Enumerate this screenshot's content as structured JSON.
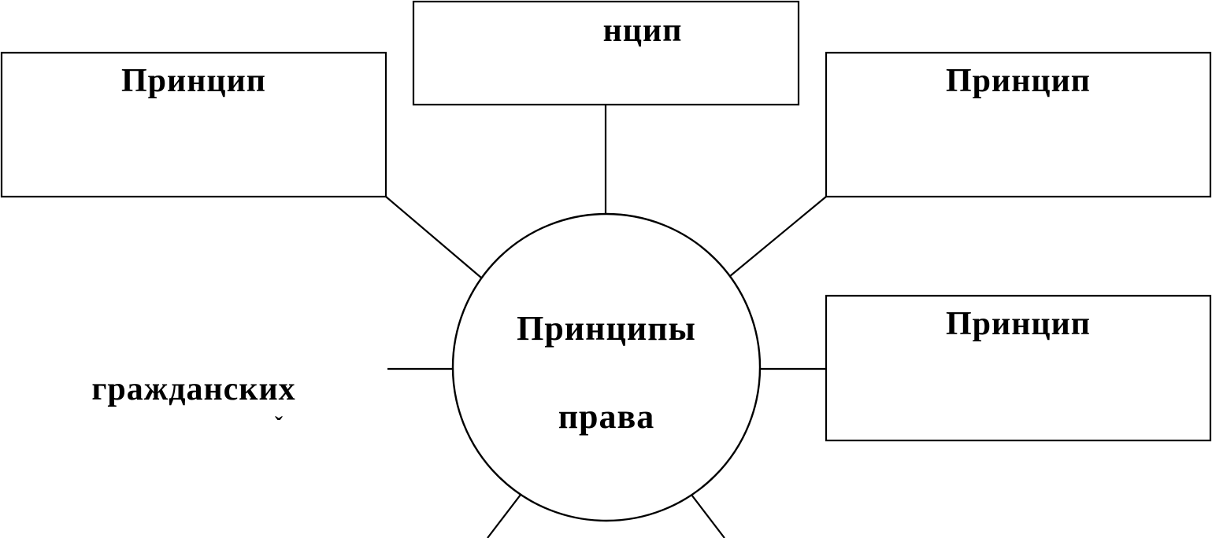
{
  "diagram": {
    "hub": {
      "line1": "Принципы",
      "line2": "права"
    },
    "boxes": {
      "top_center": {
        "label": "нцип"
      },
      "top_left": {
        "label": "Принцип"
      },
      "top_right": {
        "label": "Принцип"
      },
      "mid_right": {
        "label": "Принцип"
      }
    },
    "free_text": {
      "left": "гражданских",
      "left_mark": "ˇ"
    },
    "colors": {
      "stroke": "#000000",
      "background": "#ffffff"
    }
  }
}
